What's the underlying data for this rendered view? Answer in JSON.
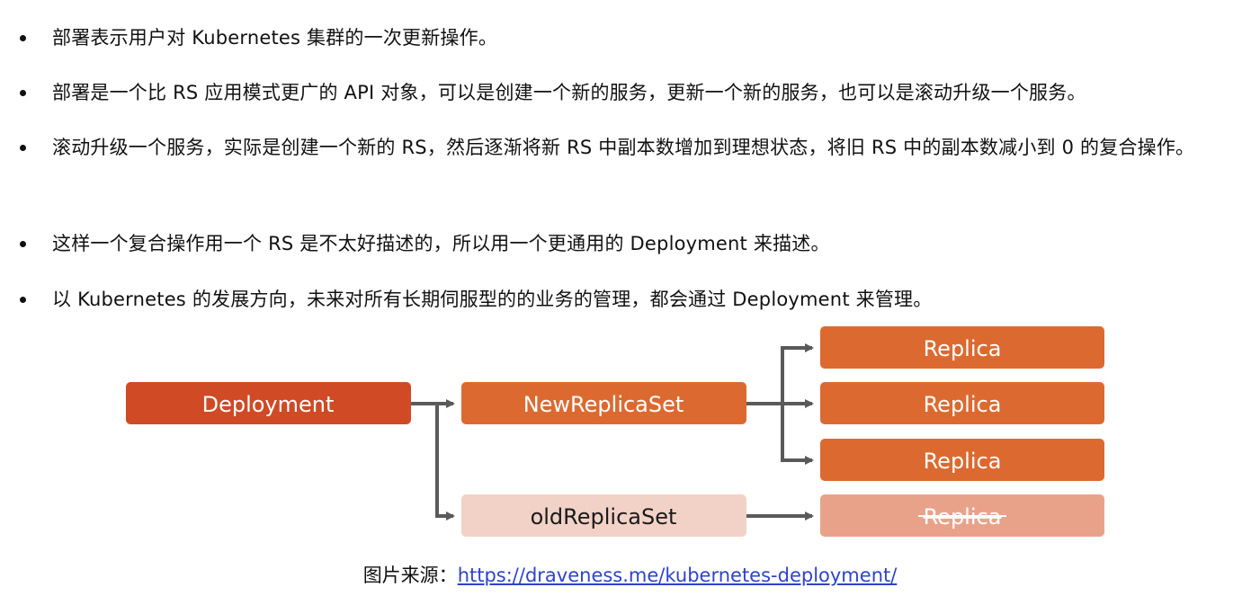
{
  "bullets": [
    "部署表示用户对 Kubernetes 集群的一次更新操作。",
    "部署是一个比 RS 应用模式更广的 API 对象，可以是创建一个新的服务，更新一个新的服务，也可以是滚动升级一个服务。",
    "滚动升级一个服务，实际是创建一个新的 RS，然后逐渐将新 RS 中副本数增加到理想状态，将旧 RS 中的副本数减小到 0 的复合操作。",
    "这样一个复合操作用一个 RS 是不太好描述的，所以用一个更通用的 Deployment 来描述。",
    "以 Kubernetes 的发展方向，未来对所有长期伺服型的的业务的管理，都会通过 Deployment 来管理。"
  ],
  "diagram": {
    "deployment": "Deployment",
    "new_replicaset": "NewReplicaSet",
    "old_replicaset": "oldReplicaSet",
    "replicas": [
      "Replica",
      "Replica",
      "Replica"
    ],
    "old_replica": "Replica"
  },
  "colors": {
    "deployment": "#cf4a25",
    "active": "#dc6a30",
    "old_rs": "#f2d2c7",
    "old_replica": "#e9a28a",
    "arrow": "#5a5a5a",
    "link": "#2e43c9"
  },
  "caption": {
    "prefix": "图片来源：",
    "link": "https://draveness.me/kubernetes-deployment/"
  }
}
